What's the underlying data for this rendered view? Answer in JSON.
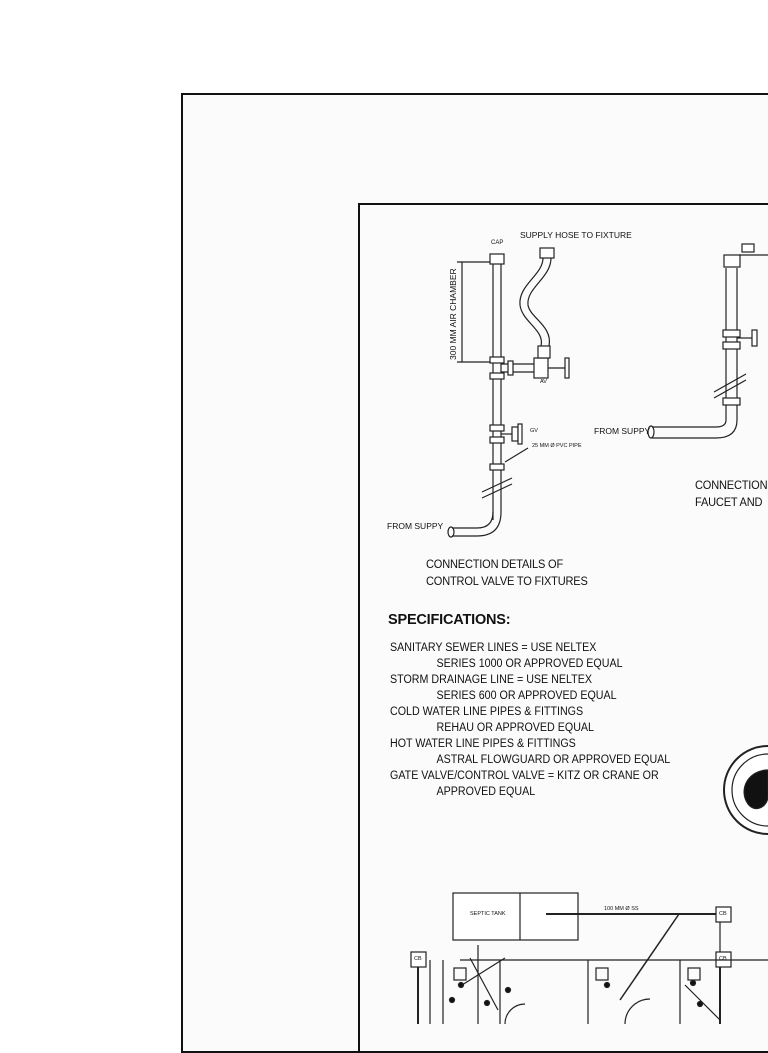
{
  "detail_left": {
    "cap_label": "CAP",
    "supply_hose_label": "SUPPLY HOSE TO FIXTURE",
    "air_chamber_label": "300 MM AIR CHAMBER",
    "av_label": "AV",
    "gv_label": "GV",
    "pipe_label": "25 MM Ø PVC PIPE",
    "from_supply_label": "FROM SUPPY",
    "caption_line1": "CONNECTION DETAILS OF",
    "caption_line2": "CONTROL VALVE TO FIXTURES"
  },
  "detail_right": {
    "from_supply_label": "FROM SUPPY",
    "caption_line1": "CONNECTION",
    "caption_line2": "FAUCET AND"
  },
  "specifications": {
    "title": "SPECIFICATIONS:",
    "items": [
      {
        "line1": "SANITARY SEWER LINES = USE NELTEX",
        "line2": "SERIES 1000 OR APPROVED EQUAL"
      },
      {
        "line1": "STORM DRAINAGE LINE = USE NELTEX",
        "line2": "SERIES 600 OR APPROVED EQUAL"
      },
      {
        "line1": "COLD WATER LINE PIPES & FITTINGS",
        "line2": "REHAU OR APPROVED EQUAL"
      },
      {
        "line1": "HOT WATER LINE PIPES & FITTINGS",
        "line2": "ASTRAL FLOWGUARD OR APPROVED EQUAL"
      },
      {
        "line1": "GATE VALVE/CONTROL VALVE = KITZ OR CRANE OR",
        "line2": "APPROVED EQUAL"
      }
    ]
  },
  "plan": {
    "septic_tank_label": "SEPTIC TANK",
    "pipe_label": "100 MM Ø SS",
    "cb_label": "CB"
  }
}
